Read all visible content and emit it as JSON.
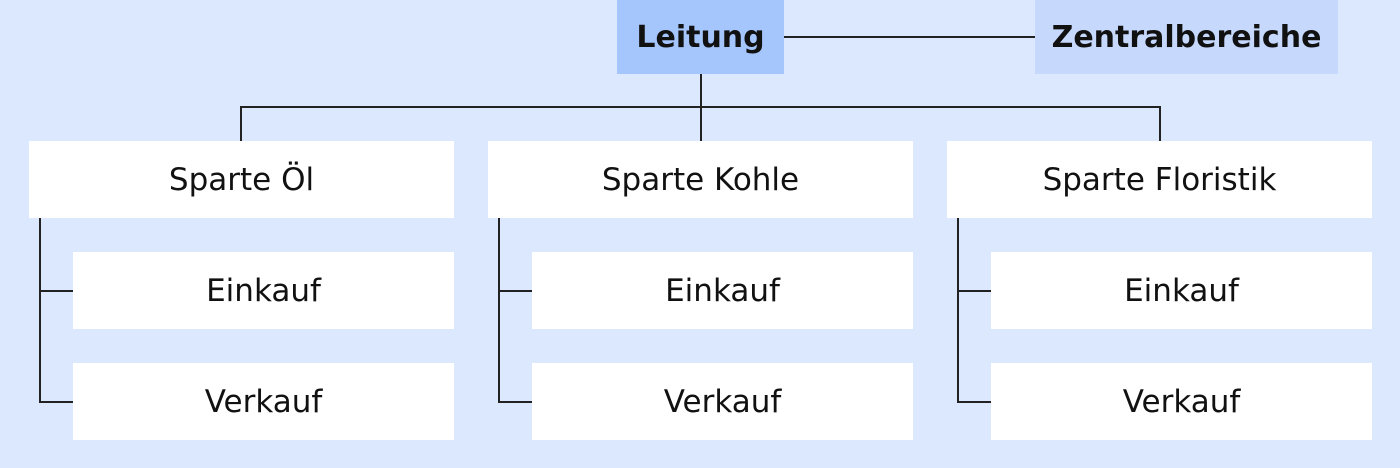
{
  "top": {
    "leitung": "Leitung",
    "zentral": "Zentralbereiche"
  },
  "colors": {
    "background": "#dce8fd",
    "leitung": "#a5c5fd",
    "zentral": "#c6d9fd",
    "box": "#ffffff"
  },
  "divisions": [
    {
      "name": "Sparte Öl",
      "units": [
        "Einkauf",
        "Verkauf"
      ]
    },
    {
      "name": "Sparte Kohle",
      "units": [
        "Einkauf",
        "Verkauf"
      ]
    },
    {
      "name": "Sparte Floristik",
      "units": [
        "Einkauf",
        "Verkauf"
      ]
    }
  ]
}
